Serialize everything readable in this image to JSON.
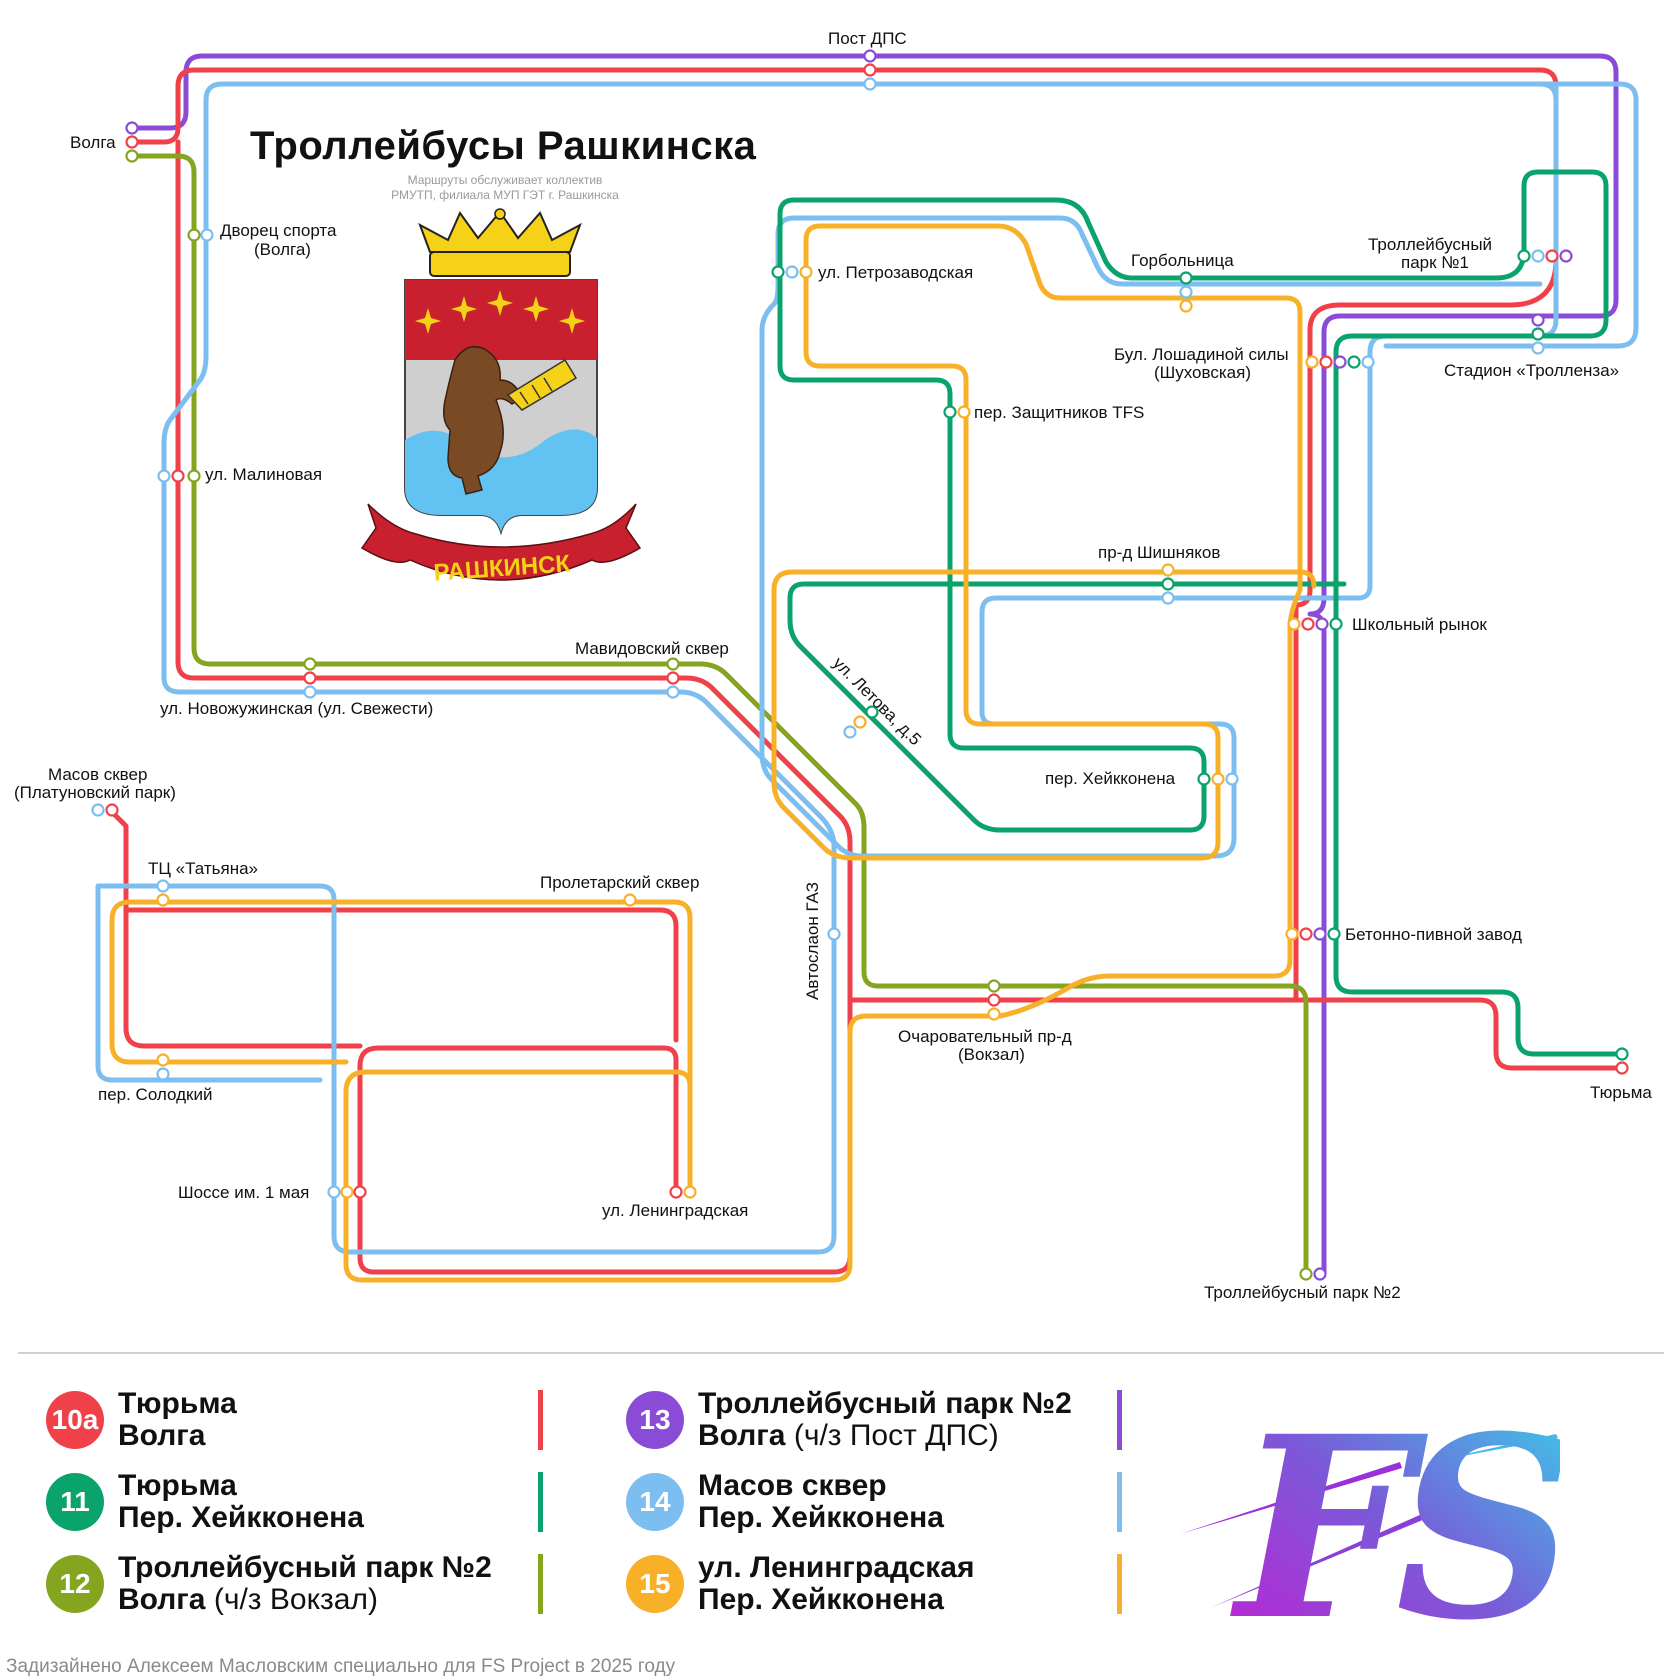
{
  "title": "Троллейбусы Рашкинска",
  "subtitle_lines": [
    "Маршруты обслуживает коллектив",
    "РМУТП, филиала МУП ГЭТ г. Рашкинска"
  ],
  "emblem": {
    "ribbon_text": "РАШКИНСК"
  },
  "colors": {
    "route_10a": "#f0414a",
    "route_11": "#0aa36c",
    "route_12": "#85a521",
    "route_13": "#8a4cd6",
    "route_14": "#7cbef0",
    "route_15": "#f7b028"
  },
  "stations": {
    "post_dps": "Пост ДПС",
    "volga": "Волга",
    "dvorets_l1": "Дворец спорта",
    "dvorets_l2": "(Волга)",
    "malinovaya": "ул. Малиновая",
    "petrozavodskaya": "ул. Петрозаводская",
    "gorbolnitsa": "Горбольница",
    "park1_l1": "Троллейбусный",
    "park1_l2": "парк №1",
    "loshadinoy_l1": "Бул. Лошадиной силы",
    "loshadinoy_l2": "(Шуховская)",
    "stadion": "Стадион «Тролленза»",
    "zashchitnikov": "пер. Защитников TFS",
    "shishnyakov": "пр-д Шишняков",
    "shkolny": "Школьный рынок",
    "mavidovsky": "Мавидовский сквер",
    "novozhuzhinskaya": "ул. Новожужинская (ул. Свежести)",
    "letova": "ул. Летова, д.5",
    "heikkonena": "пер. Хейкконена",
    "masov_l1": "Масов сквер",
    "masov_l2": "(Платуновский парк)",
    "tatyana": "ТЦ «Татьяна»",
    "proletarsky": "Пролетарский сквер",
    "avtoslaon": "Автослаон ГАЗ",
    "betonno": "Бетонно-пивной завод",
    "ocharovatelny_l1": "Очаровательный пр-д",
    "ocharovatelny_l2": "(Вокзал)",
    "tyurma": "Тюрьма",
    "solodky": "пер. Солодкий",
    "shosse": "Шоссе им. 1 мая",
    "leningradskaya": "ул. Ленинградская",
    "park2": "Троллейбусный парк №2"
  },
  "legend": [
    {
      "number": "10a",
      "color": "#f0414a",
      "line1": "Тюрьма",
      "line2": "Волга",
      "via": ""
    },
    {
      "number": "11",
      "color": "#0aa36c",
      "line1": "Тюрьма",
      "line2": "Пер. Хейкконена",
      "via": ""
    },
    {
      "number": "12",
      "color": "#85a521",
      "line1": "Троллейбусный парк №2",
      "line2": "Волга",
      "via": "(ч/з Вокзал)"
    },
    {
      "number": "13",
      "color": "#8a4cd6",
      "line1": "Троллейбусный парк №2",
      "line2": "Волга",
      "via": "(ч/з Пост ДПС)"
    },
    {
      "number": "14",
      "color": "#7cbef0",
      "line1": "Масов сквер",
      "line2": "Пер. Хейкконена",
      "via": ""
    },
    {
      "number": "15",
      "color": "#f7b028",
      "line1": "ул. Ленинградская",
      "line2": "Пер. Хейкконена",
      "via": ""
    }
  ],
  "logo": {
    "text": "FS"
  },
  "footer": "Задизайнено Алексеем Масловским специально для FS Project в 2025 году"
}
